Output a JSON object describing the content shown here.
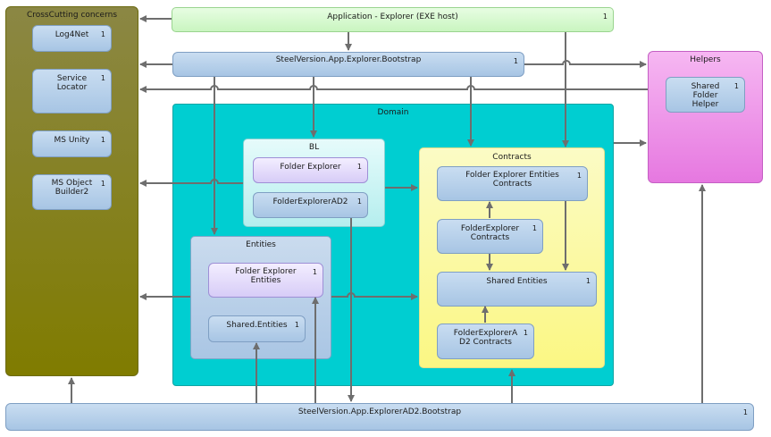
{
  "crosscutting": {
    "title": "CrossCutting concerns",
    "items": [
      {
        "label": "Log4Net",
        "count": "1"
      },
      {
        "label": "Service\nLocator",
        "count": "1"
      },
      {
        "label": "MS Unity",
        "count": "1"
      },
      {
        "label": "MS Object\nBuilder2",
        "count": "1"
      }
    ]
  },
  "app": {
    "label": "Application - Explorer (EXE host)",
    "count": "1"
  },
  "bootstrap": {
    "label": "SteelVersion.App.Explorer.Bootstrap",
    "count": "1"
  },
  "helpers": {
    "title": "Helpers",
    "items": [
      {
        "label": "Shared\nFolder\nHelper",
        "count": "1"
      }
    ]
  },
  "domain": {
    "title": "Domain"
  },
  "bl": {
    "title": "BL",
    "items": [
      {
        "label": "Folder Explorer",
        "count": "1"
      },
      {
        "label": "FolderExplorerAD2",
        "count": "1"
      }
    ]
  },
  "contracts": {
    "title": "Contracts",
    "items": [
      {
        "label": "Folder Explorer Entities\nContracts",
        "count": "1"
      },
      {
        "label": "FolderExplorer\nContracts",
        "count": "1"
      },
      {
        "label": "Shared Entities",
        "count": "1"
      },
      {
        "label": "FolderExplorerA\nD2 Contracts",
        "count": "1"
      }
    ]
  },
  "entities": {
    "title": "Entities",
    "items": [
      {
        "label": "Folder Explorer\nEntities",
        "count": "1"
      },
      {
        "label": "Shared.Entities",
        "count": "1"
      }
    ]
  },
  "ad2bootstrap": {
    "label": "SteelVersion.App.ExplorerAD2.Bootstrap",
    "count": "1"
  },
  "colors": {
    "crosscutting": "#807c00",
    "app": "#c9f5c0",
    "helpers": "#e678e0",
    "domain": "#00ced1",
    "contracts": "#fbf783",
    "component": "#a7c5e4",
    "arrow": "#6e6e6e"
  }
}
